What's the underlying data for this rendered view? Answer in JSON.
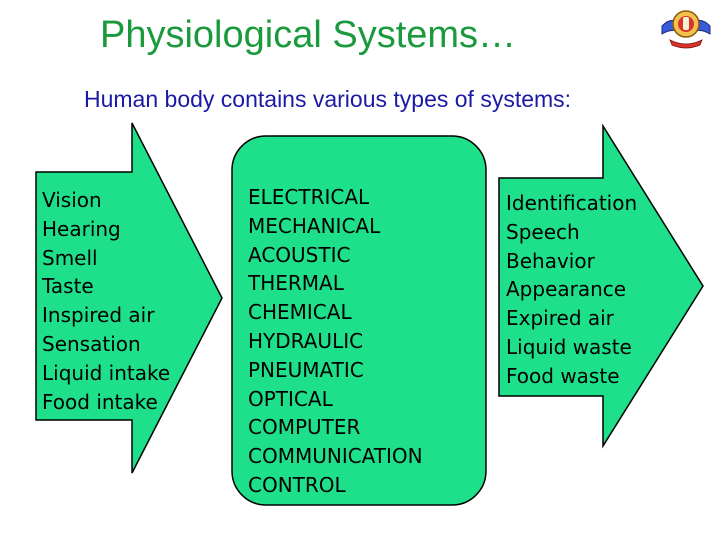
{
  "slide": {
    "title": "Physiological Systems…",
    "subtitle": "Human body contains various types of systems:"
  },
  "diagram": {
    "colors": {
      "fill": "#1fe08a",
      "stroke": "#000000",
      "title": "#1a9a3c",
      "subtitle": "#1a1aa6"
    },
    "inputs": [
      "Vision",
      "Hearing",
      "Smell",
      "Taste",
      "Inspired air",
      "Sensation",
      "Liquid intake",
      "Food intake"
    ],
    "systems": [
      "ELECTRICAL",
      "MECHANICAL",
      "ACOUSTIC",
      "THERMAL",
      "CHEMICAL",
      "HYDRAULIC",
      "PNEUMATIC",
      "OPTICAL",
      "COMPUTER",
      "COMMUNICATION",
      "CONTROL"
    ],
    "outputs": [
      "Identification",
      "Speech",
      "Behavior",
      "Appearance",
      "Expired air",
      "Liquid waste",
      "Food  waste"
    ]
  },
  "logo": {
    "icon": "institute-emblem-icon"
  }
}
